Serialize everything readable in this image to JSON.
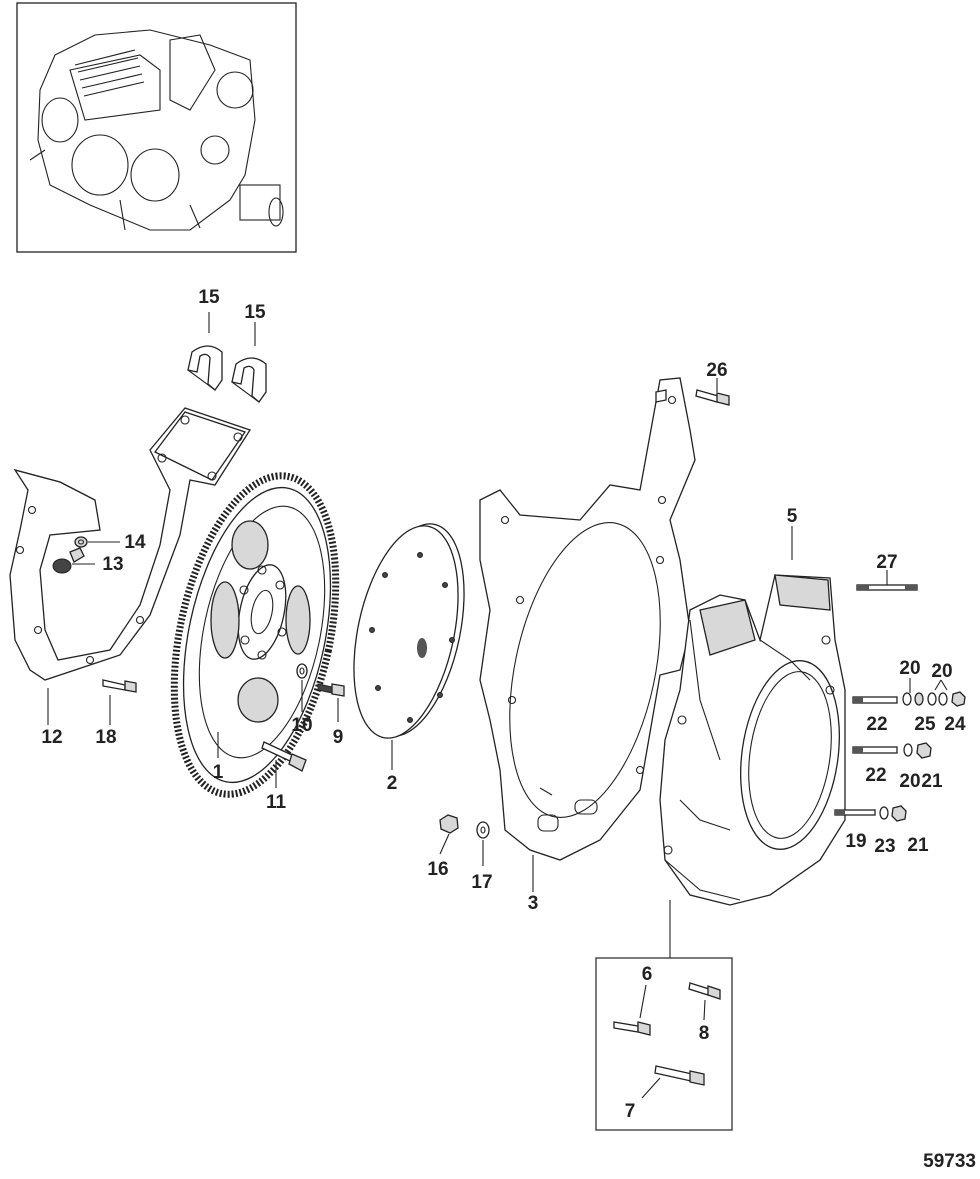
{
  "diagram": {
    "drawing_number": "59733",
    "callouts": [
      {
        "id": "c15a",
        "text": "15"
      },
      {
        "id": "c15b",
        "text": "15"
      },
      {
        "id": "c26",
        "text": "26"
      },
      {
        "id": "c5",
        "text": "5"
      },
      {
        "id": "c27",
        "text": "27"
      },
      {
        "id": "c14",
        "text": "14"
      },
      {
        "id": "c13",
        "text": "13"
      },
      {
        "id": "c12",
        "text": "12"
      },
      {
        "id": "c18",
        "text": "18"
      },
      {
        "id": "c1",
        "text": "1"
      },
      {
        "id": "c10",
        "text": "10"
      },
      {
        "id": "c9",
        "text": "9"
      },
      {
        "id": "c11",
        "text": "11"
      },
      {
        "id": "c2",
        "text": "2"
      },
      {
        "id": "c20a",
        "text": "20"
      },
      {
        "id": "c20b",
        "text": "20"
      },
      {
        "id": "c22a",
        "text": "22"
      },
      {
        "id": "c25",
        "text": "25"
      },
      {
        "id": "c24",
        "text": "24"
      },
      {
        "id": "c22b",
        "text": "22"
      },
      {
        "id": "c20c",
        "text": "20"
      },
      {
        "id": "c21a",
        "text": "21"
      },
      {
        "id": "c19",
        "text": "19"
      },
      {
        "id": "c23",
        "text": "23"
      },
      {
        "id": "c21b",
        "text": "21"
      },
      {
        "id": "c16",
        "text": "16"
      },
      {
        "id": "c17",
        "text": "17"
      },
      {
        "id": "c3",
        "text": "3"
      },
      {
        "id": "c6",
        "text": "6"
      },
      {
        "id": "c8",
        "text": "8"
      },
      {
        "id": "c7",
        "text": "7"
      }
    ]
  }
}
